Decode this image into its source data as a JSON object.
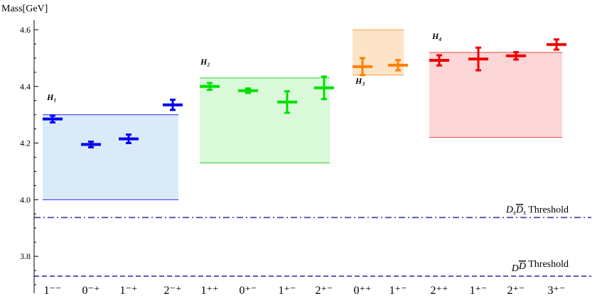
{
  "chart_data": {
    "type": "scatter",
    "ylabel": "Mass[GeV]",
    "ylim": [
      3.69,
      4.62
    ],
    "yticks": [
      "3.8",
      "4.0",
      "4.2",
      "4.4",
      "4.6"
    ],
    "ytick_values": [
      3.8,
      4.0,
      4.2,
      4.4,
      4.6
    ],
    "categories": [
      "1⁻⁻",
      "0⁻⁺",
      "1⁻⁺",
      "2⁻⁺",
      "1⁺⁺",
      "0⁺⁻",
      "1⁺⁻",
      "2⁺⁻",
      "0⁺⁺",
      "1⁺⁻",
      "2⁺⁺",
      "1⁺⁻",
      "2⁺⁻",
      "3⁺⁻"
    ],
    "groups": [
      {
        "name": "H₁",
        "color": "#0000ee",
        "band_color": "#dbeaf9",
        "line_color": "#2a2aff",
        "band": [
          4.0,
          4.3
        ],
        "start": 0,
        "end": 3
      },
      {
        "name": "H₂",
        "color": "#00e000",
        "band_color": "#d9f9d9",
        "line_color": "#33cc33",
        "band": [
          4.13,
          4.43
        ],
        "start": 4,
        "end": 7
      },
      {
        "name": "H₃",
        "color": "#ff8000",
        "band_color": "#fde3c8",
        "line_color": "#ff9933",
        "band": [
          4.44,
          4.6
        ],
        "start": 8,
        "end": 9
      },
      {
        "name": "H₄",
        "color": "#ee0000",
        "band_color": "#fcd6d6",
        "line_color": "#ee4444",
        "band": [
          4.22,
          4.52
        ],
        "start": 10,
        "end": 13
      }
    ],
    "points": [
      {
        "y": 4.285,
        "err": 0.012
      },
      {
        "y": 4.195,
        "err": 0.01
      },
      {
        "y": 4.215,
        "err": 0.015
      },
      {
        "y": 4.335,
        "err": 0.018
      },
      {
        "y": 4.4,
        "err": 0.012
      },
      {
        "y": 4.385,
        "err": 0.008
      },
      {
        "y": 4.345,
        "err": 0.038
      },
      {
        "y": 4.395,
        "err": 0.04
      },
      {
        "y": 4.47,
        "err": 0.03
      },
      {
        "y": 4.475,
        "err": 0.018
      },
      {
        "y": 4.492,
        "err": 0.018
      },
      {
        "y": 4.497,
        "err": 0.04
      },
      {
        "y": 4.508,
        "err": 0.013
      },
      {
        "y": 4.548,
        "err": 0.018
      }
    ],
    "thresholds": [
      {
        "name": "DsDsbar",
        "y": 3.937,
        "style": "dashdot",
        "label_parts": [
          "D",
          "s",
          "D",
          "s",
          " Threshold"
        ]
      },
      {
        "name": "DDbar",
        "y": 3.73,
        "style": "dashed",
        "label_parts": [
          "D",
          "",
          "D",
          "",
          " Threshold"
        ]
      }
    ]
  }
}
